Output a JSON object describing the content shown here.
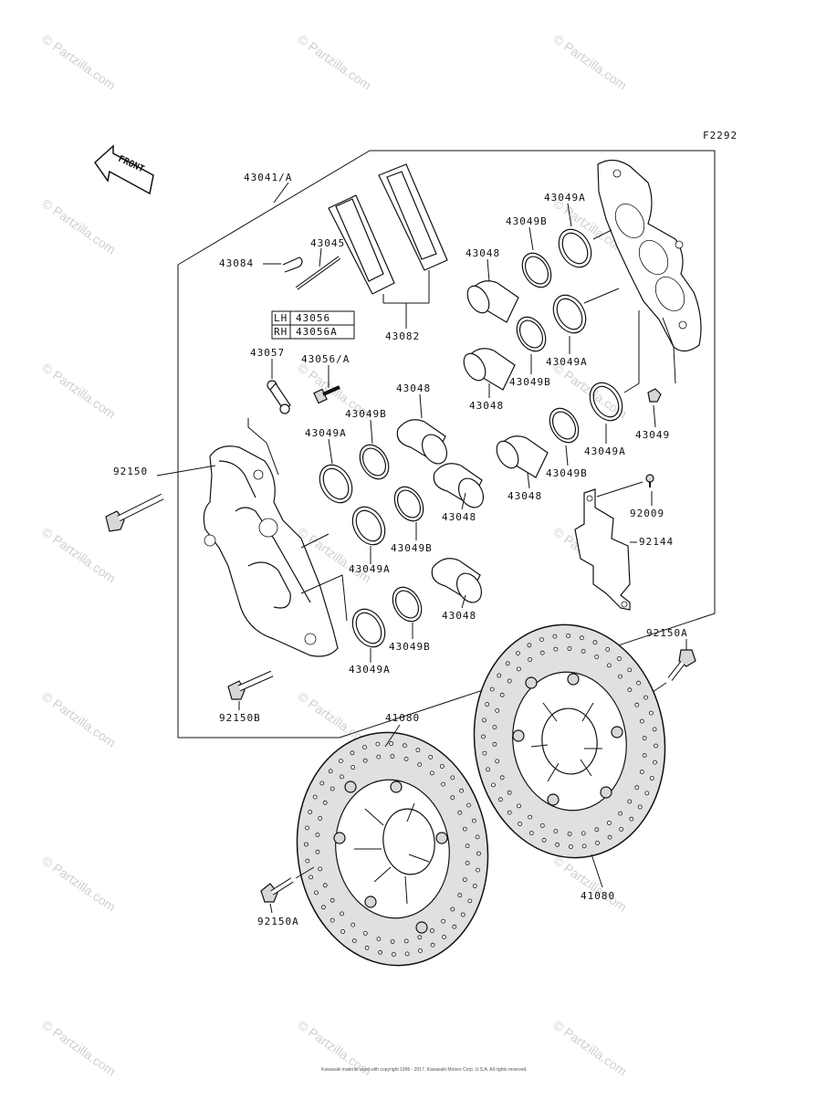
{
  "figure_code": "F2292",
  "front_arrow_label": "FRONT",
  "watermark": "© Partzilla.com",
  "copyright": "Kawasaki material used with copyright 1995 - 2017. Kawasaki Motors Corp. U.S.A. All rights reserved.",
  "table": {
    "row1_side": "LH",
    "row1_part": "43056",
    "row2_side": "RH",
    "row2_part": "43056A"
  },
  "labels": {
    "p43041A": "43041/A",
    "p43084": "43084",
    "p43045": "43045",
    "p43082": "43082",
    "p43057": "43057",
    "p43056A": "43056/A",
    "p92150": "92150",
    "p92150B": "92150B",
    "p92150A_top": "92150A",
    "p92150A_bottom": "92150A",
    "p41080_left": "41080",
    "p41080_right": "41080",
    "p43048_a": "43048",
    "p43048_b": "43048",
    "p43048_c": "43048",
    "p43048_d": "43048",
    "p43048_e": "43048",
    "p43048_f": "43048",
    "p43049A_a": "43049A",
    "p43049A_b": "43049A",
    "p43049A_c": "43049A",
    "p43049A_d": "43049A",
    "p43049A_e": "43049A",
    "p43049A_f": "43049A",
    "p43049B_a": "43049B",
    "p43049B_b": "43049B",
    "p43049B_c": "43049B",
    "p43049B_d": "43049B",
    "p43049B_e": "43049B",
    "p43049B_f": "43049B",
    "p43049": "43049",
    "p92009": "92009",
    "p92144": "92144"
  }
}
